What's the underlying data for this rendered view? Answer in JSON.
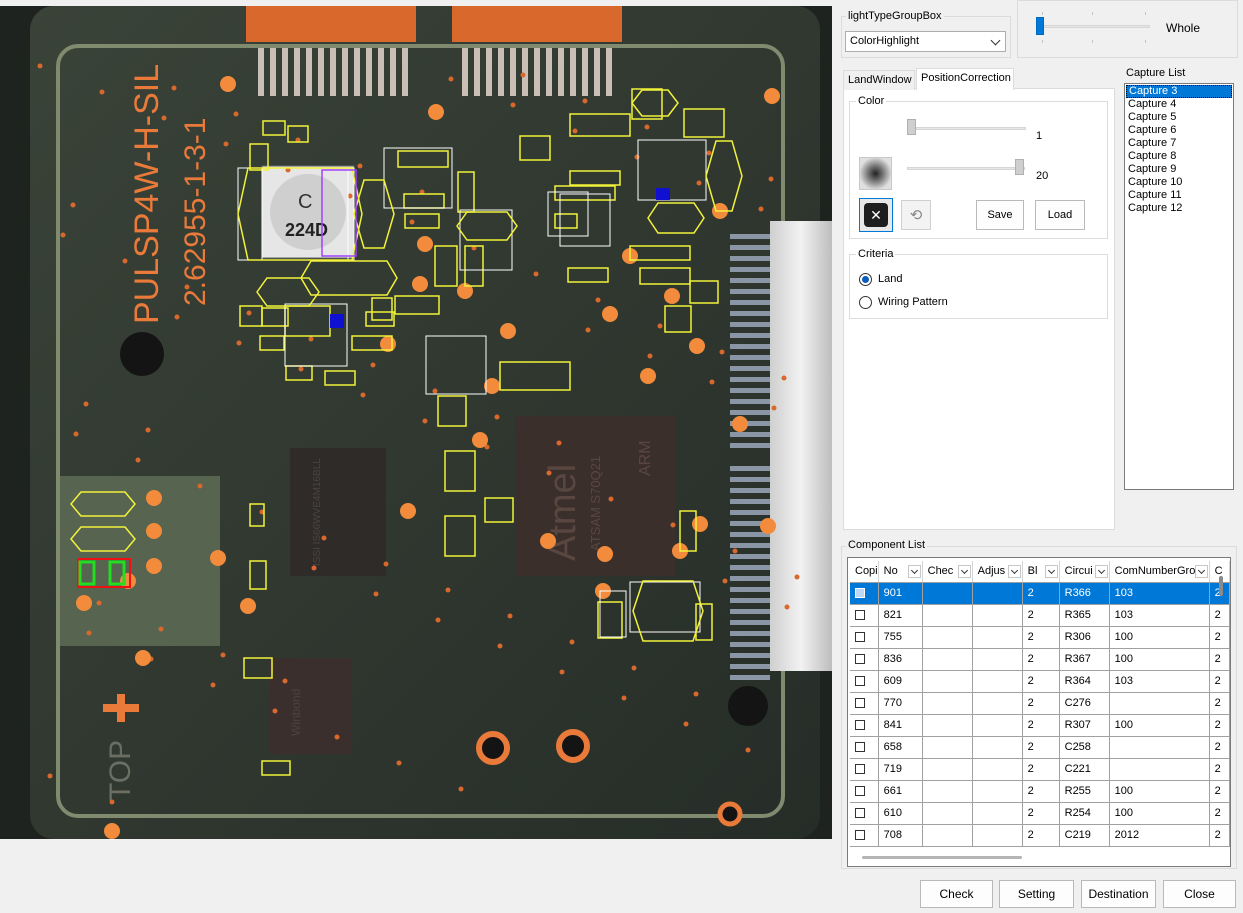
{
  "pcb_image": {
    "silkscreen_part": "PULSP4W-H-SIL",
    "silkscreen_rev": "2.62955-1-3-1",
    "silkscreen_top": "TOP",
    "chip_main_brand": "Atmel",
    "chip_main_model": "ATSAM S70Q21",
    "chip_main_arch": "ARM",
    "chip_left_label": "ISSI IS66WVE4M16BLL",
    "chip_small_label": "Winbond",
    "inductor_label": "224D",
    "inductor_logo": "C"
  },
  "light_type": {
    "group_title": "lightTypeGroupBox",
    "selected": "ColorHighlight"
  },
  "view_slider": {
    "label": "Whole",
    "value": 0
  },
  "tabs": [
    {
      "label": "LandWindow",
      "active": false
    },
    {
      "label": "PositionCorrection",
      "active": true
    }
  ],
  "color_group": {
    "title": "Color",
    "slider1_value": "1",
    "slider1_fraction": 0.0,
    "slider2_value": "20",
    "slider2_fraction": 1.0,
    "save_label": "Save",
    "load_label": "Load"
  },
  "criteria": {
    "title": "Criteria",
    "options": [
      {
        "label": "Land",
        "checked": true
      },
      {
        "label": "Wiring Pattern",
        "checked": false
      }
    ]
  },
  "capture_list": {
    "title": "Capture List",
    "items": [
      "Capture 3",
      "Capture 4",
      "Capture 5",
      "Capture 6",
      "Capture 7",
      "Capture 8",
      "Capture 9",
      "Capture 10",
      "Capture 11",
      "Capture 12"
    ],
    "selected_index": 0
  },
  "component_list": {
    "title": "Component List",
    "columns": [
      "Copi",
      "No",
      "Chec",
      "Adjus",
      "Bl",
      "Circui",
      "ComNumberGro",
      "C"
    ],
    "rows": [
      {
        "no": "901",
        "bl": "2",
        "circuit": "R366",
        "group": "103",
        "c": "2",
        "selected": true
      },
      {
        "no": "821",
        "bl": "2",
        "circuit": "R365",
        "group": "103",
        "c": "2"
      },
      {
        "no": "755",
        "bl": "2",
        "circuit": "R306",
        "group": "100",
        "c": "2"
      },
      {
        "no": "836",
        "bl": "2",
        "circuit": "R367",
        "group": "100",
        "c": "2"
      },
      {
        "no": "609",
        "bl": "2",
        "circuit": "R364",
        "group": "103",
        "c": "2"
      },
      {
        "no": "770",
        "bl": "2",
        "circuit": "C276",
        "group": "",
        "c": "2"
      },
      {
        "no": "841",
        "bl": "2",
        "circuit": "R307",
        "group": "100",
        "c": "2"
      },
      {
        "no": "658",
        "bl": "2",
        "circuit": "C258",
        "group": "",
        "c": "2"
      },
      {
        "no": "719",
        "bl": "2",
        "circuit": "C221",
        "group": "",
        "c": "2"
      },
      {
        "no": "661",
        "bl": "2",
        "circuit": "R255",
        "group": "100",
        "c": "2"
      },
      {
        "no": "610",
        "bl": "2",
        "circuit": "R254",
        "group": "100",
        "c": "2"
      },
      {
        "no": "708",
        "bl": "2",
        "circuit": "C219",
        "group": "2012",
        "c": "2"
      }
    ]
  },
  "bottom_buttons": {
    "check": "Check",
    "setting": "Setting",
    "destination": "Destination",
    "close": "Close"
  },
  "colors": {
    "accent": "#0078d7",
    "pcb_green": "#2f3a32",
    "pad_orange": "#f28c3c",
    "overlay_yellow": "#f2f23a",
    "overlay_white": "#ffffff",
    "overlay_green": "#22dd22",
    "overlay_red": "#ee1111"
  },
  "icons": {
    "blur_preview": "gaussian-blur-icon",
    "reset": "close-x-icon",
    "undo": "rotate-ccw-icon"
  }
}
